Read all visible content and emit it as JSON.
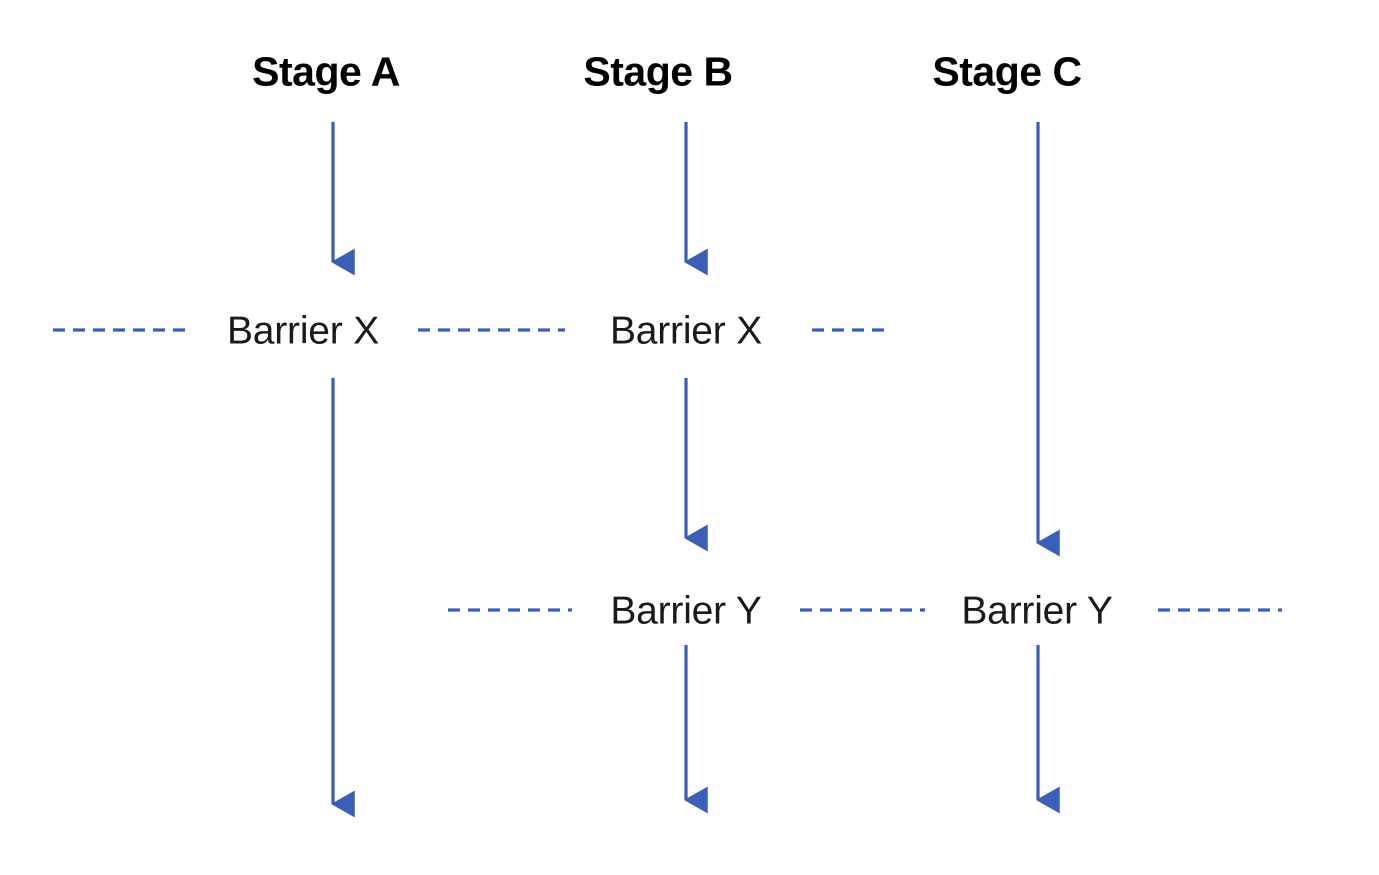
{
  "diagram": {
    "type": "flow-diagram",
    "background_color": "#ffffff",
    "arrow_color": "#3B5FB8",
    "dash_color": "#3B5FB8",
    "text_color": "#000000",
    "stages": [
      {
        "id": "stage-a",
        "label": "Stage A"
      },
      {
        "id": "stage-b",
        "label": "Stage B"
      },
      {
        "id": "stage-c",
        "label": "Stage C"
      }
    ],
    "barriers": [
      {
        "id": "barrier-x-a",
        "label": "Barrier X",
        "stage": "Stage A",
        "row": "X"
      },
      {
        "id": "barrier-x-b",
        "label": "Barrier X",
        "stage": "Stage B",
        "row": "X"
      },
      {
        "id": "barrier-y-b",
        "label": "Barrier Y",
        "stage": "Stage B",
        "row": "Y"
      },
      {
        "id": "barrier-y-c",
        "label": "Barrier Y",
        "stage": "Stage C",
        "row": "Y"
      }
    ],
    "arrows": [
      {
        "id": "arrow-a-top",
        "from": "Stage A",
        "to": "Barrier X"
      },
      {
        "id": "arrow-a-bottom",
        "from": "Barrier X",
        "to": ""
      },
      {
        "id": "arrow-b-top",
        "from": "Stage B",
        "to": "Barrier X"
      },
      {
        "id": "arrow-b-middle",
        "from": "Barrier X",
        "to": "Barrier Y"
      },
      {
        "id": "arrow-b-bottom",
        "from": "Barrier Y",
        "to": ""
      },
      {
        "id": "arrow-c-top",
        "from": "Stage C",
        "to": "Barrier Y"
      },
      {
        "id": "arrow-c-bottom",
        "from": "Barrier Y",
        "to": ""
      }
    ],
    "dashed_connectors": [
      {
        "id": "dash-x-left",
        "row": "X"
      },
      {
        "id": "dash-x-middle",
        "row": "X"
      },
      {
        "id": "dash-x-right",
        "row": "X"
      },
      {
        "id": "dash-y-left",
        "row": "Y"
      },
      {
        "id": "dash-y-middle",
        "row": "Y"
      },
      {
        "id": "dash-y-right",
        "row": "Y"
      }
    ]
  }
}
